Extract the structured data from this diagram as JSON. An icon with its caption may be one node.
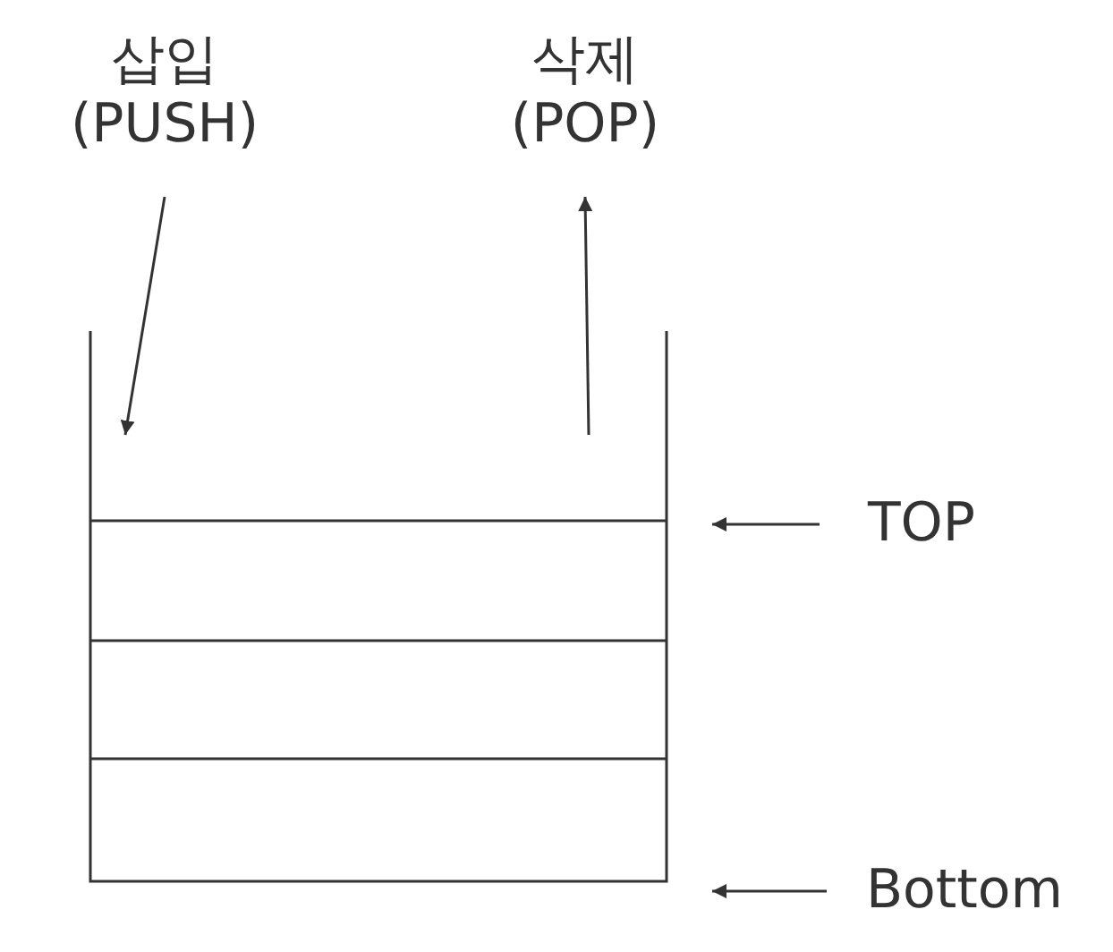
{
  "diagram": {
    "nodes": [
      {
        "text": [
          "삽입",
          "(PUSH)"
        ]
      },
      {
        "text": [
          "삭제",
          "(POP)"
        ]
      },
      {
        "text": [],
        "shape": "box"
      },
      {
        "text": [
          "TOP"
        ]
      },
      {
        "text": [
          "Bottom"
        ]
      }
    ],
    "edges": [
      {
        "from": 0,
        "to": 2,
        "arrow": "to"
      },
      {
        "from": 2,
        "to": 1,
        "arrow": "to"
      },
      {
        "from": 3,
        "to": 2,
        "arrow": "to"
      },
      {
        "from": 4,
        "to": 2,
        "arrow": "to"
      }
    ]
  }
}
